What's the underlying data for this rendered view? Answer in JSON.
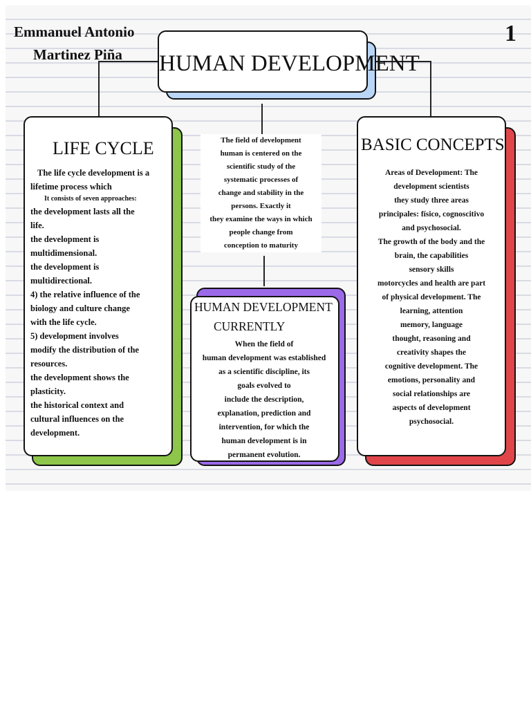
{
  "header": {
    "author_line1": "Emmanuel Antonio",
    "author_line2": "Martinez Piña",
    "page_number": "1"
  },
  "main_title": "HUMAN DEVELOPMENT",
  "center_text": {
    "lines": [
      "The field of development",
      "human is centered on the",
      "scientific study of the",
      "systematic processes of",
      "change and stability in the",
      "persons. Exactly it",
      "they examine the ways in which",
      "people change from",
      "conception to maturity"
    ]
  },
  "life_cycle": {
    "title": "LIFE CYCLE",
    "intro_line1": "The life cycle development is a",
    "intro_line2": "lifetime process which",
    "intro_line3": "It consists of seven approaches:",
    "lines": [
      "the development lasts all the",
      "life.",
      "the development is",
      "multidimensional.",
      "the development is",
      "multidirectional.",
      "4) the relative influence of the",
      "biology and culture change",
      "with the life cycle.",
      "5) development involves",
      "modify the distribution of the",
      "resources.",
      "the development shows the",
      "plasticity.",
      "the historical context and",
      "cultural influences on the",
      "development."
    ]
  },
  "currently": {
    "title_line1": "HUMAN DEVELOPMENT",
    "title_line2": "CURRENTLY",
    "lines": [
      "When the field of",
      "human development was established",
      "as a scientific discipline, its",
      "goals evolved to",
      "include the description,",
      "explanation, prediction and",
      "intervention, for which the",
      "human development is in",
      "permanent evolution."
    ]
  },
  "basic_concepts": {
    "title": "BASIC CONCEPTS",
    "lines": [
      "Areas of Development: The",
      "development scientists",
      "they study three areas",
      "principales: físico, cognoscitivo",
      "and psychosocial.",
      "The growth of the body and the",
      "brain, the capabilities",
      "sensory skills",
      "motorcycles and health are part",
      "of physical development. The",
      "learning, attention",
      "memory, language",
      "thought, reasoning and",
      "creativity shapes the",
      "cognitive development. The",
      "emotions, personality and",
      "social relationships are",
      "aspects of development",
      "psychosocial."
    ]
  },
  "colors": {
    "title_shadow": "#b9d6f7",
    "life_cycle_shadow": "#8dc64a",
    "currently_shadow": "#9b6ae8",
    "basic_concepts_shadow": "#e0454a"
  }
}
